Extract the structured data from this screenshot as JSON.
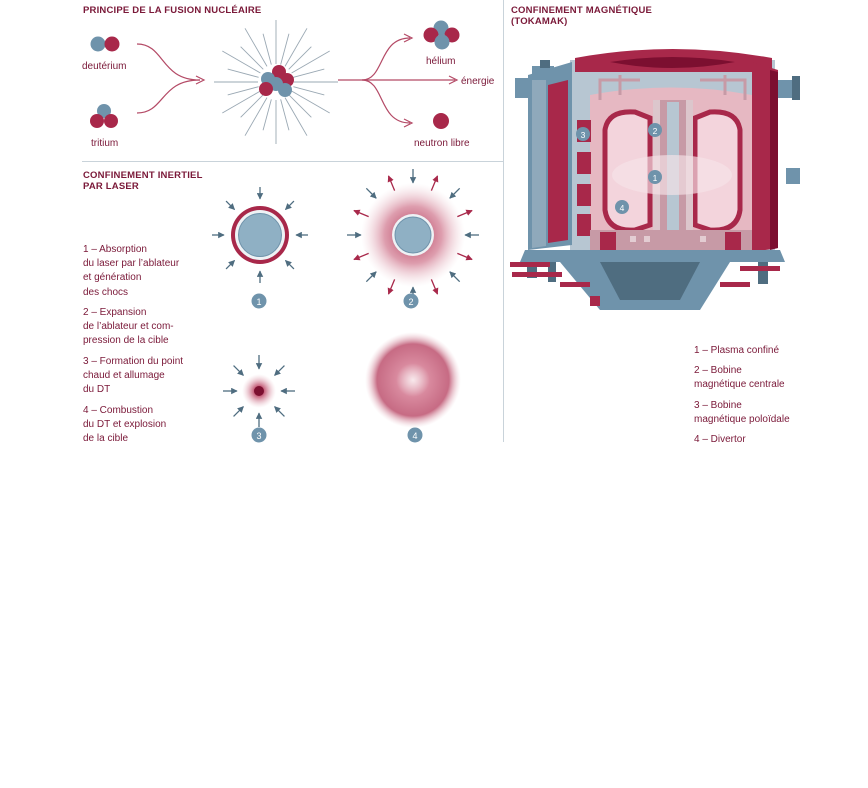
{
  "fusion": {
    "title": "PRINCIPE  DE LA FUSION NUCLÉAIRE",
    "deuterium": "deutérium",
    "tritium": "tritium",
    "helium": "hélium",
    "energie": "énergie",
    "neutron": "neutron libre"
  },
  "inertial": {
    "title_line1": "CONFINEMENT INERTIEL",
    "title_line2": "PAR LASER",
    "steps": [
      {
        "num": "1",
        "lines": [
          "1 – Absorption",
          "du laser par l’ablateur",
          "et génération",
          "des chocs"
        ]
      },
      {
        "num": "2",
        "lines": [
          "2 – Expansion",
          "de l’ablateur et com-",
          "pression de la cible"
        ]
      },
      {
        "num": "3",
        "lines": [
          "3 – Formation du point",
          "chaud et allumage",
          "du DT"
        ]
      },
      {
        "num": "4",
        "lines": [
          "4 – Combustion",
          "du DT et explosion",
          "de la cible"
        ]
      }
    ]
  },
  "magnetic": {
    "title_line1": "CONFINEMENT MAGNÉTIQUE",
    "title_line2": "(TOKAMAK)",
    "legend": [
      {
        "num": "1",
        "lines": [
          "1 – Plasma confiné"
        ]
      },
      {
        "num": "2",
        "lines": [
          "2 – Bobine",
          "magnétique centrale"
        ]
      },
      {
        "num": "3",
        "lines": [
          "3 – Bobine",
          "magnétique poloïdale"
        ]
      },
      {
        "num": "4",
        "lines": [
          "4 – Divertor"
        ]
      }
    ]
  },
  "colors": {
    "crimson": "#a8284a",
    "slate": "#6f93ab",
    "text": "#7a1838",
    "pink": "#e6b8c2",
    "divider": "#c9d3da"
  }
}
